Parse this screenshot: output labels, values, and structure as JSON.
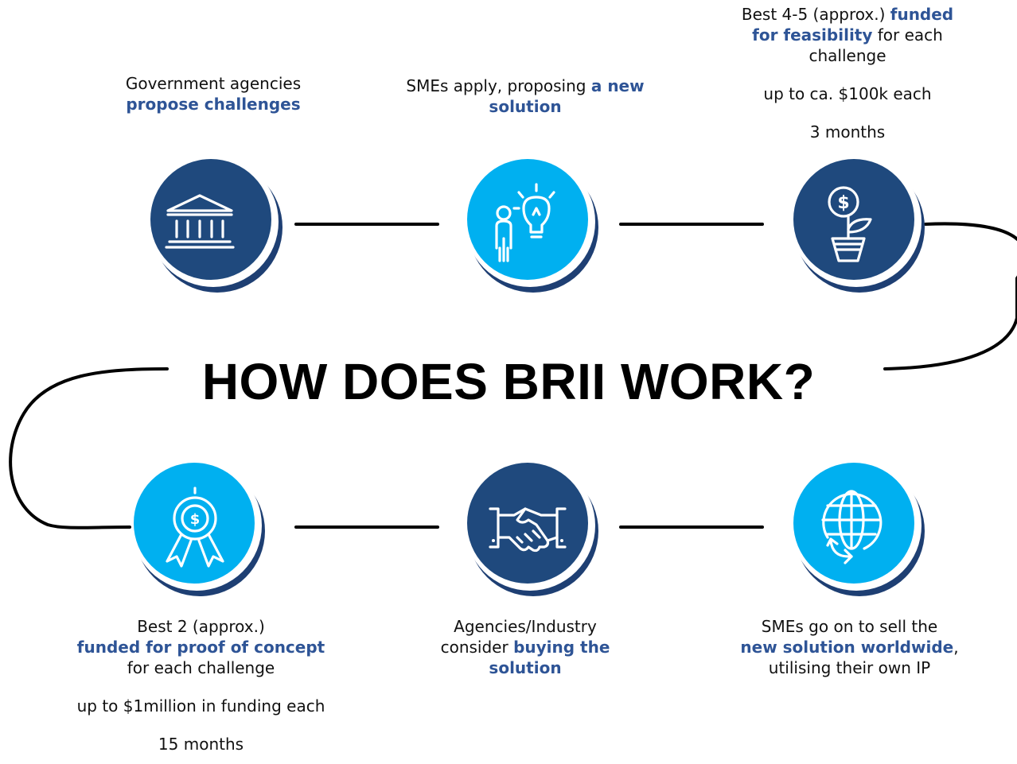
{
  "title": "HOW DOES BRII WORK?",
  "colors": {
    "dark_blue": "#1f497d",
    "light_blue": "#00b0f0",
    "highlight_text": "#2e5496",
    "connector": "#000000"
  },
  "steps": [
    {
      "icon": "government-building-icon",
      "circle_color": "dark",
      "caption": [
        {
          "parts": [
            {
              "text": "Government agencies"
            }
          ]
        },
        {
          "parts": [
            {
              "text": "propose challenges",
              "highlight": true
            }
          ]
        }
      ]
    },
    {
      "icon": "person-lightbulb-icon",
      "circle_color": "light",
      "caption": [
        {
          "parts": [
            {
              "text": "SMEs apply, proposing "
            },
            {
              "text": "a new",
              "highlight": true
            }
          ]
        },
        {
          "parts": [
            {
              "text": "solution",
              "highlight": true
            }
          ]
        }
      ]
    },
    {
      "icon": "money-plant-icon",
      "circle_color": "dark",
      "caption": [
        {
          "parts": [
            {
              "text": "Best 4-5 (approx.) "
            },
            {
              "text": "funded",
              "highlight": true
            }
          ]
        },
        {
          "parts": [
            {
              "text": "for feasibility",
              "highlight": true
            },
            {
              "text": " for each"
            }
          ]
        },
        {
          "parts": [
            {
              "text": "challenge"
            }
          ]
        }
      ],
      "details": [
        "up to ca. $100k each",
        "3 months"
      ]
    },
    {
      "icon": "award-ribbon-icon",
      "circle_color": "light",
      "caption": [
        {
          "parts": [
            {
              "text": "Best 2 (approx.)"
            }
          ]
        },
        {
          "parts": [
            {
              "text": "funded for proof of concept",
              "highlight": true
            }
          ]
        },
        {
          "parts": [
            {
              "text": "for each challenge"
            }
          ]
        }
      ],
      "details": [
        "up to $1million in funding each",
        "15 months"
      ]
    },
    {
      "icon": "handshake-icon",
      "circle_color": "dark",
      "caption": [
        {
          "parts": [
            {
              "text": "Agencies/Industry"
            }
          ]
        },
        {
          "parts": [
            {
              "text": "consider "
            },
            {
              "text": "buying the",
              "highlight": true
            }
          ]
        },
        {
          "parts": [
            {
              "text": "solution",
              "highlight": true
            }
          ]
        }
      ]
    },
    {
      "icon": "globe-refresh-icon",
      "circle_color": "light",
      "caption": [
        {
          "parts": [
            {
              "text": "SMEs go on to sell the"
            }
          ]
        },
        {
          "parts": [
            {
              "text": "new solution worldwide",
              "highlight": true
            },
            {
              "text": ","
            }
          ]
        },
        {
          "parts": [
            {
              "text": "utilising their own IP"
            }
          ]
        }
      ]
    }
  ]
}
